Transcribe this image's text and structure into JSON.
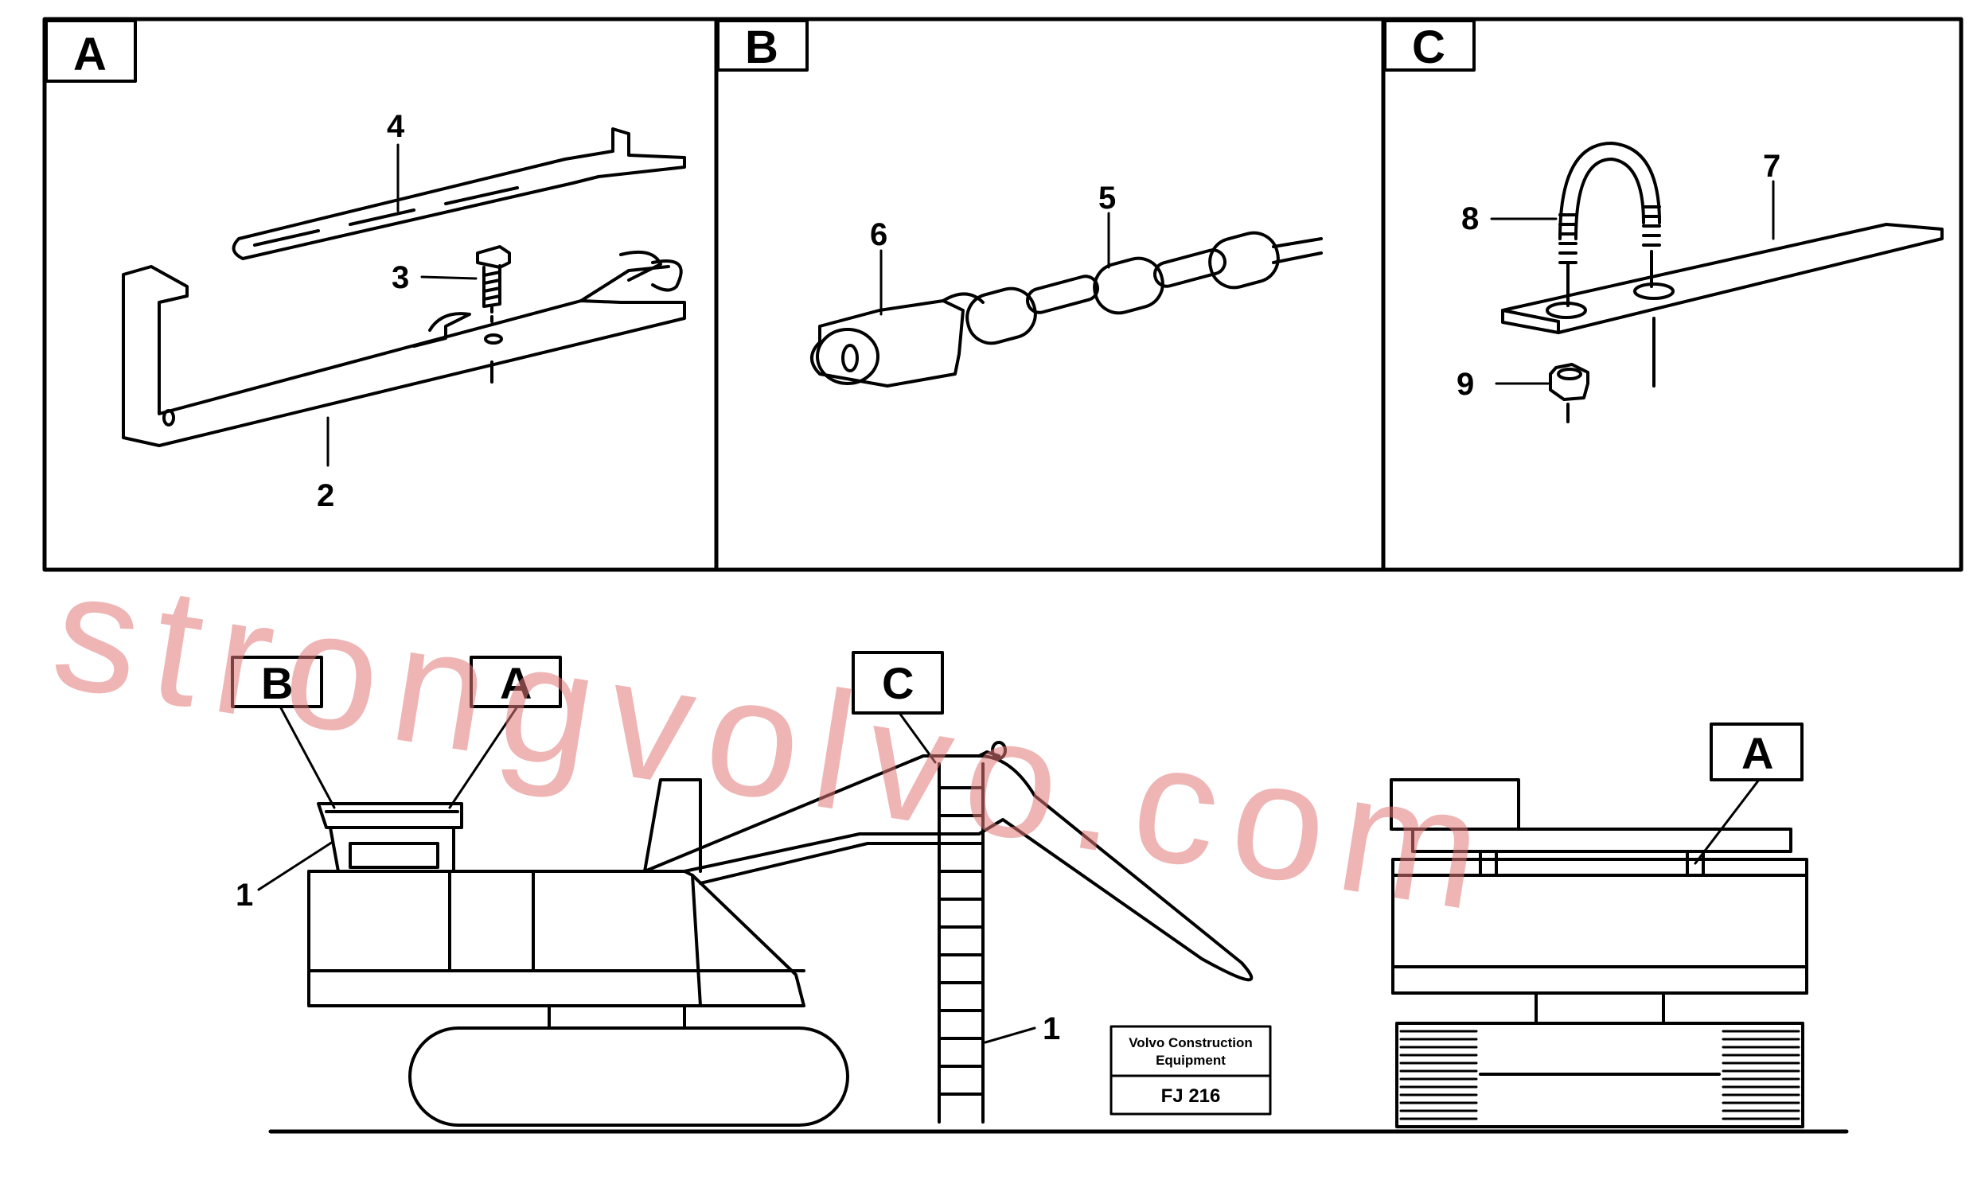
{
  "panels": [
    {
      "id": "A",
      "label": "A"
    },
    {
      "id": "B",
      "label": "B"
    },
    {
      "id": "C",
      "label": "C"
    }
  ],
  "callouts": {
    "p2": "2",
    "p3": "3",
    "p4": "4",
    "p5": "5",
    "p6": "6",
    "p7": "7",
    "p8": "8",
    "p9": "9",
    "machine_1a": "1",
    "machine_1b": "1"
  },
  "machine_tags": {
    "left_b": "B",
    "left_a": "A",
    "ladder_c": "C",
    "right_a": "A"
  },
  "title_block": {
    "company_line1": "Volvo Construction",
    "company_line2": "Equipment",
    "code": "FJ 216"
  },
  "watermark": "strongvolvo.com",
  "colors": {
    "line": "#000000",
    "watermark": "#e07878"
  }
}
